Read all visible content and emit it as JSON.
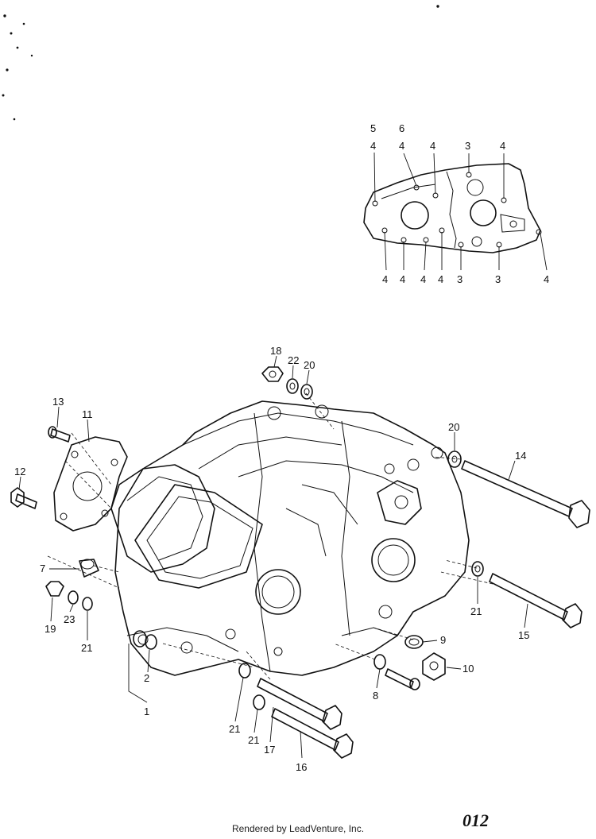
{
  "inset": {
    "labels_top": [
      {
        "id": "t1",
        "text": "5"
      },
      {
        "id": "t2",
        "text": "4"
      },
      {
        "id": "t3",
        "text": "6"
      },
      {
        "id": "t4",
        "text": "4"
      },
      {
        "id": "t5",
        "text": "4"
      },
      {
        "id": "t6",
        "text": "3"
      },
      {
        "id": "t7",
        "text": "4"
      }
    ],
    "labels_bottom": [
      {
        "id": "b1",
        "text": "4"
      },
      {
        "id": "b2",
        "text": "4"
      },
      {
        "id": "b3",
        "text": "4"
      },
      {
        "id": "b4",
        "text": "4"
      },
      {
        "id": "b5",
        "text": "3"
      },
      {
        "id": "b6",
        "text": "3"
      },
      {
        "id": "b7",
        "text": "4"
      }
    ]
  },
  "callouts": [
    {
      "id": "c18",
      "text": "18"
    },
    {
      "id": "c22",
      "text": "22"
    },
    {
      "id": "c20a",
      "text": "20"
    },
    {
      "id": "c20b",
      "text": "20"
    },
    {
      "id": "c13",
      "text": "13"
    },
    {
      "id": "c11",
      "text": "11"
    },
    {
      "id": "c14",
      "text": "14"
    },
    {
      "id": "c12",
      "text": "12"
    },
    {
      "id": "c7",
      "text": "7"
    },
    {
      "id": "c21a",
      "text": "21"
    },
    {
      "id": "c19",
      "text": "19"
    },
    {
      "id": "c23",
      "text": "23"
    },
    {
      "id": "c21b",
      "text": "21"
    },
    {
      "id": "c15",
      "text": "15"
    },
    {
      "id": "c9",
      "text": "9"
    },
    {
      "id": "c10",
      "text": "10"
    },
    {
      "id": "c2",
      "text": "2"
    },
    {
      "id": "c8",
      "text": "8"
    },
    {
      "id": "c1",
      "text": "1"
    },
    {
      "id": "c21c",
      "text": "21"
    },
    {
      "id": "c21d",
      "text": "21"
    },
    {
      "id": "c17",
      "text": "17"
    },
    {
      "id": "c16",
      "text": "16"
    }
  ],
  "footer": {
    "rendered_by": "Rendered by LeadVenture, Inc.",
    "page_code": "012"
  }
}
